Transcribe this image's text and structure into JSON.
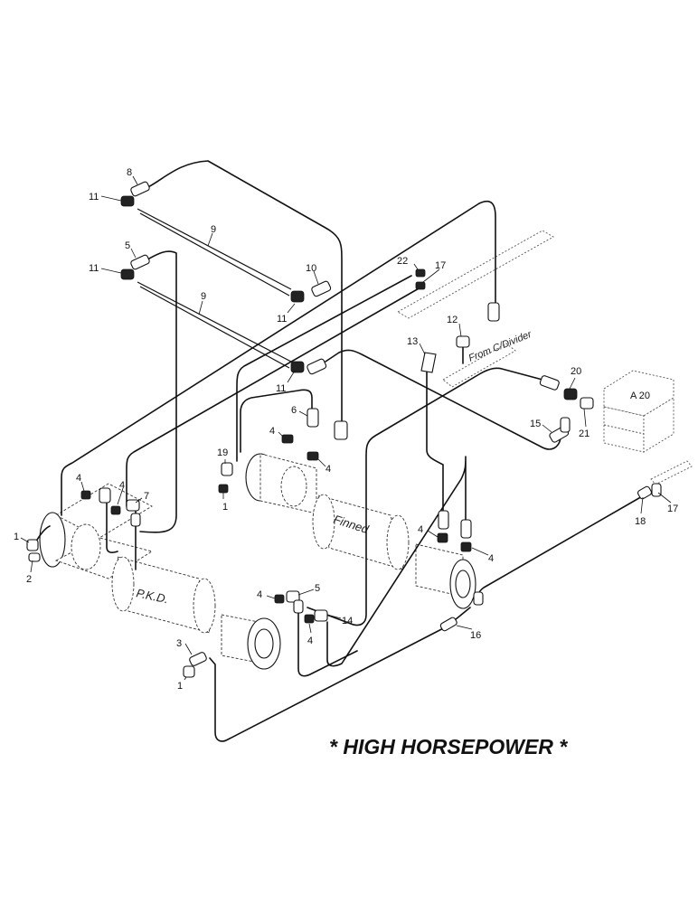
{
  "title": "* HIGH HORSEPOWER *",
  "components": {
    "finned_cylinder": "Finned",
    "pkd_cylinder": "P.K.D.",
    "flow_divider_note": "From C/Divider",
    "valve_label": "A 20"
  },
  "part_labels": {
    "p1a": "1",
    "p2": "2",
    "p4a": "4",
    "p4b": "4",
    "p7": "7",
    "p8": "8",
    "p11a": "11",
    "p9a": "9",
    "p5a": "5",
    "p11b": "11",
    "p9b": "9",
    "p10": "10",
    "p11c": "11",
    "p11d": "11",
    "p22": "22",
    "p17a": "17",
    "p12": "12",
    "p13": "13",
    "p6": "6",
    "p4c": "4",
    "p4d": "4",
    "p19": "19",
    "p1b": "1",
    "p20": "20",
    "p21": "21",
    "p15": "15",
    "p4e": "4",
    "p4f": "4",
    "p18": "18",
    "p17b": "17",
    "p4g": "4",
    "p5b": "5",
    "p14": "14",
    "p4h": "4",
    "p3": "3",
    "p1c": "1",
    "p16": "16"
  }
}
